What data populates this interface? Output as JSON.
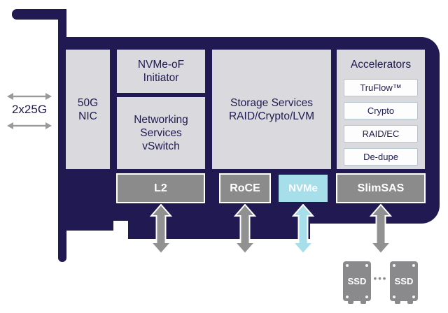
{
  "colors": {
    "card_navy": "#211a52",
    "panel_gray": "#dadade",
    "port_gray": "#8b8b8c",
    "nvme_cyan": "#a6dfea",
    "arrow_gray": "#919191",
    "text_navy": "#1e1a50",
    "ssd_gray": "#8a8a8c",
    "white": "#ffffff"
  },
  "uplink": {
    "label": "2x25G"
  },
  "card": {
    "nic": {
      "line1": "50G",
      "line2": "NIC"
    },
    "nvmeof": {
      "line1": "NVMe-oF",
      "line2": "Initiator"
    },
    "networking": {
      "line1": "Networking",
      "line2": "Services",
      "line3": "vSwitch"
    },
    "storage": {
      "line1": "Storage Services",
      "line2": "RAID/Crypto/LVM"
    },
    "accelerators": {
      "title": "Accelerators",
      "items": [
        "TruFlow™",
        "Crypto",
        "RAID/EC",
        "De-dupe"
      ]
    },
    "ports": [
      {
        "label": "L2"
      },
      {
        "label": "RoCE"
      },
      {
        "label": "NVMe"
      },
      {
        "label": "SlimSAS"
      }
    ]
  },
  "drives": {
    "ssd_left": "SSD",
    "ssd_right": "SSD",
    "ellipsis": "•••"
  }
}
